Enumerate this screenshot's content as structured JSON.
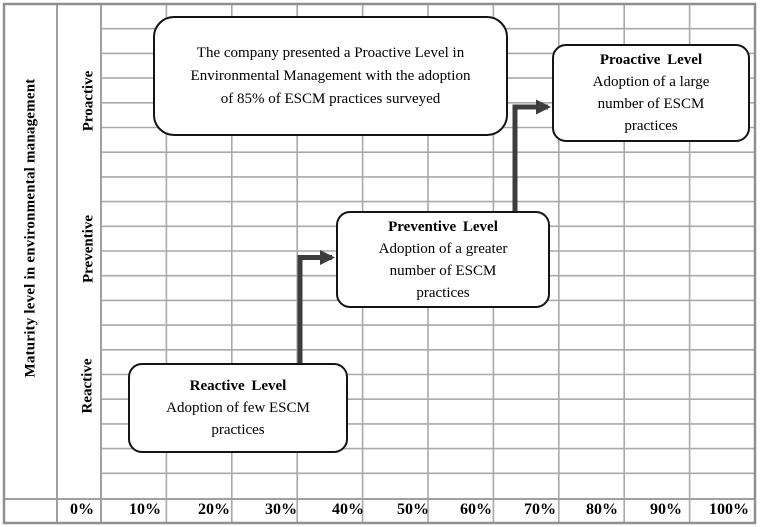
{
  "figure": {
    "y_axis_title": "Maturity level in environmental management",
    "maturity_levels": [
      "Proactive",
      "Preventive",
      "Reactive"
    ],
    "x_axis_ticks": [
      "0%",
      "10%",
      "20%",
      "30%",
      "40%",
      "50%",
      "60%",
      "70%",
      "80%",
      "90%",
      "100%"
    ],
    "annotation_box": {
      "lines": [
        "The company presented a Proactive Level in",
        "Environmental Management with the adoption",
        "of 85% of ESCM practices surveyed"
      ]
    },
    "proactive_box": {
      "title": "Proactive Level",
      "lines": [
        "Adoption of a large",
        "number of ESCM",
        "practices"
      ]
    },
    "preventive_box": {
      "title": "Preventive Level",
      "lines": [
        "Adoption of a greater",
        "number of ESCM",
        "practices"
      ]
    },
    "reactive_box": {
      "title": "Reactive Level",
      "lines": [
        "Adoption of few ESCM",
        "practices"
      ]
    }
  },
  "chart_data": {
    "type": "diagram",
    "title": "",
    "y_axis_title": "Maturity level in environmental management",
    "y_categories": [
      "Proactive",
      "Preventive",
      "Reactive"
    ],
    "x_ticks": [
      "0%",
      "10%",
      "20%",
      "30%",
      "40%",
      "50%",
      "60%",
      "70%",
      "80%",
      "90%",
      "100%"
    ],
    "annotation": "The company presented a Proactive Level in Environmental Management with the adoption of 85% of ESCM practices surveyed",
    "adoption_value": "85%",
    "nodes": [
      {
        "level": "Reactive",
        "title": "Reactive Level",
        "description": "Adoption of few ESCM practices"
      },
      {
        "level": "Preventive",
        "title": "Preventive Level",
        "description": "Adoption of a greater number of ESCM practices"
      },
      {
        "level": "Proactive",
        "title": "Proactive Level",
        "description": "Adoption of a large number of ESCM practices"
      }
    ],
    "flow": [
      "Reactive Level",
      "Preventive Level",
      "Proactive Level"
    ],
    "layout_hints": {
      "grid": "on",
      "x_columns": 10,
      "y_rows": 20
    },
    "colors": {
      "box_border": "#141414",
      "grid_line": "#a9a9a9",
      "border": "#8f8f8f",
      "arrow": "#3d3d3d",
      "text": "#000000"
    }
  }
}
